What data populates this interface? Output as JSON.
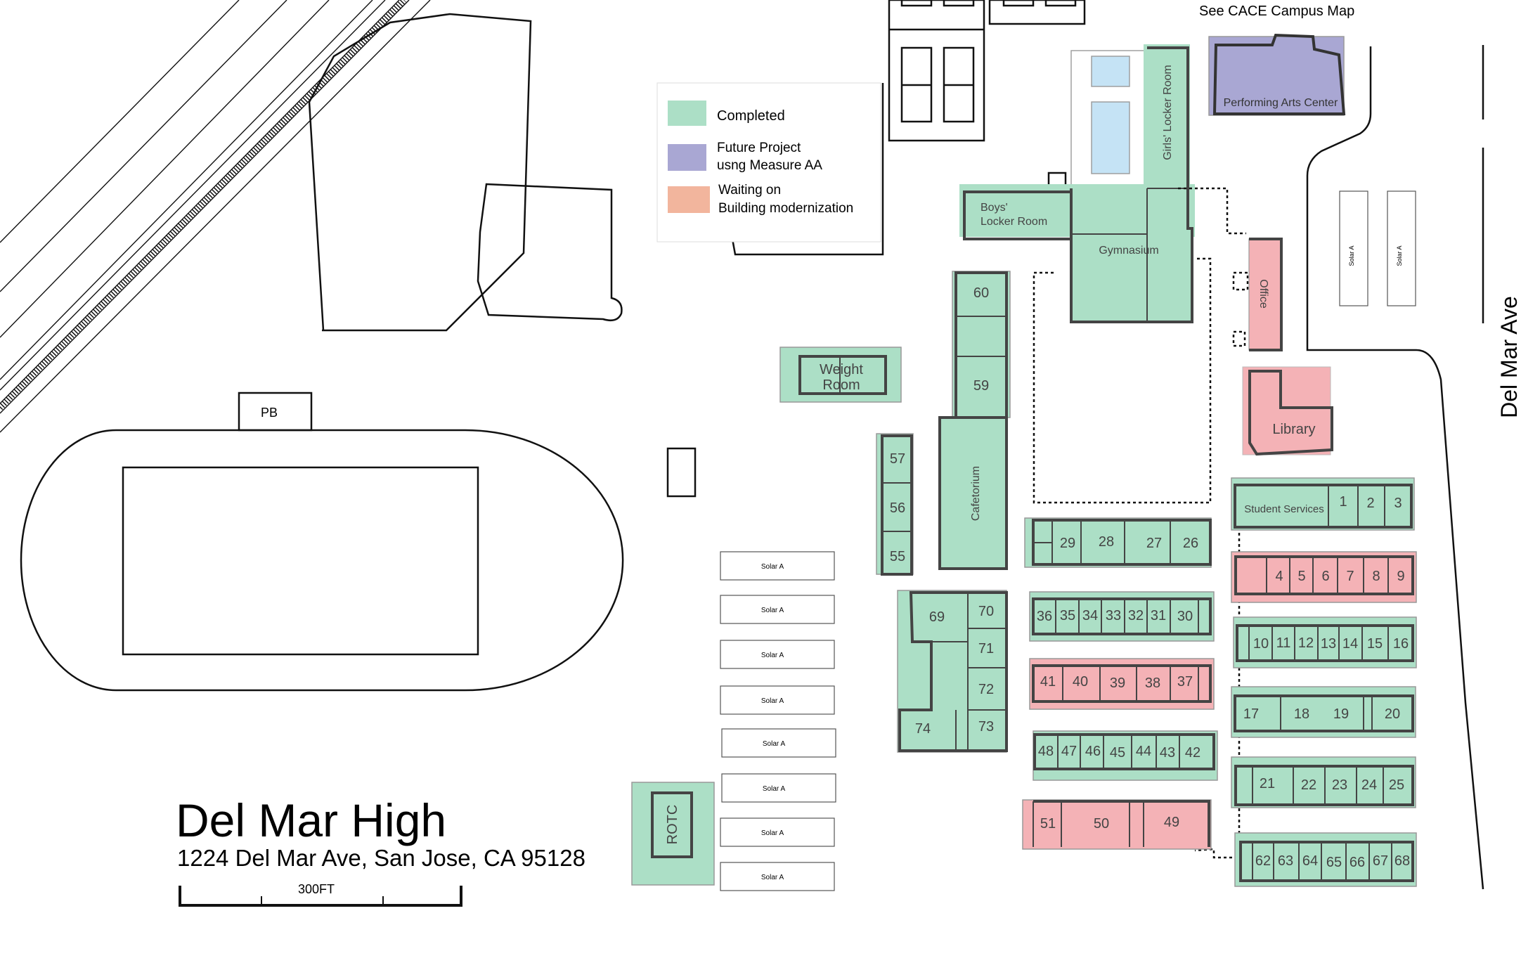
{
  "colors": {
    "completed": "#acdfc6",
    "future": "#a9a7d2",
    "waiting": "#f4b2b6",
    "legend_waiting": "#f2b59d",
    "legend_future": "#a9a7d3",
    "pool": "#c5e3f5"
  },
  "header": {
    "cace_note": "See CACE Campus Map"
  },
  "legend": {
    "completed": "Completed",
    "future_line1": "Future Project",
    "future_line2": "usng Measure AA",
    "waiting_line1": "Waiting on",
    "waiting_line2": "Building modernization"
  },
  "street": {
    "name": "Del Mar Ave"
  },
  "title": {
    "school": "Del Mar High",
    "address": "1224 Del Mar Ave, San Jose, CA 95128"
  },
  "scale": {
    "label": "300FT"
  },
  "buildings": {
    "pb": "PB",
    "weight_room_1": "Weight",
    "weight_room_2": "Room",
    "rotc": "ROTC",
    "cafetorium": "Cafetorium",
    "boys_locker_1": "Boys'",
    "boys_locker_2": "Locker Room",
    "girls_locker": "Girls' Locker Room",
    "gymnasium": "Gymnasium",
    "office": "Office",
    "library": "Library",
    "performing_arts": "Performing Arts Center",
    "student_services": "Student Services"
  },
  "solar": {
    "label": "Solar A",
    "count_field": 8
  },
  "rooms": {
    "r60": "60",
    "r59": "59",
    "r57": "57",
    "r56": "56",
    "r55": "55",
    "r69": "69",
    "r70": "70",
    "r71": "71",
    "r72": "72",
    "r73": "73",
    "r74": "74",
    "r29": "29",
    "r28": "28",
    "r27": "27",
    "r26": "26",
    "r36": "36",
    "r35": "35",
    "r34": "34",
    "r33": "33",
    "r32": "32",
    "r31": "31",
    "r30": "30",
    "r41": "41",
    "r40": "40",
    "r39": "39",
    "r38": "38",
    "r37": "37",
    "r48": "48",
    "r47": "47",
    "r46": "46",
    "r45": "45",
    "r44": "44",
    "r43": "43",
    "r42": "42",
    "r51": "51",
    "r50": "50",
    "r49": "49",
    "r1": "1",
    "r2": "2",
    "r3": "3",
    "r4": "4",
    "r5": "5",
    "r6": "6",
    "r7": "7",
    "r8": "8",
    "r9": "9",
    "r10": "10",
    "r11": "11",
    "r12": "12",
    "r13": "13",
    "r14": "14",
    "r15": "15",
    "r16": "16",
    "r17": "17",
    "r18": "18",
    "r19": "19",
    "r20": "20",
    "r21": "21",
    "r22": "22",
    "r23": "23",
    "r24": "24",
    "r25": "25",
    "r62": "62",
    "r63": "63",
    "r64": "64",
    "r65": "65",
    "r66": "66",
    "r67": "67",
    "r68": "68"
  }
}
